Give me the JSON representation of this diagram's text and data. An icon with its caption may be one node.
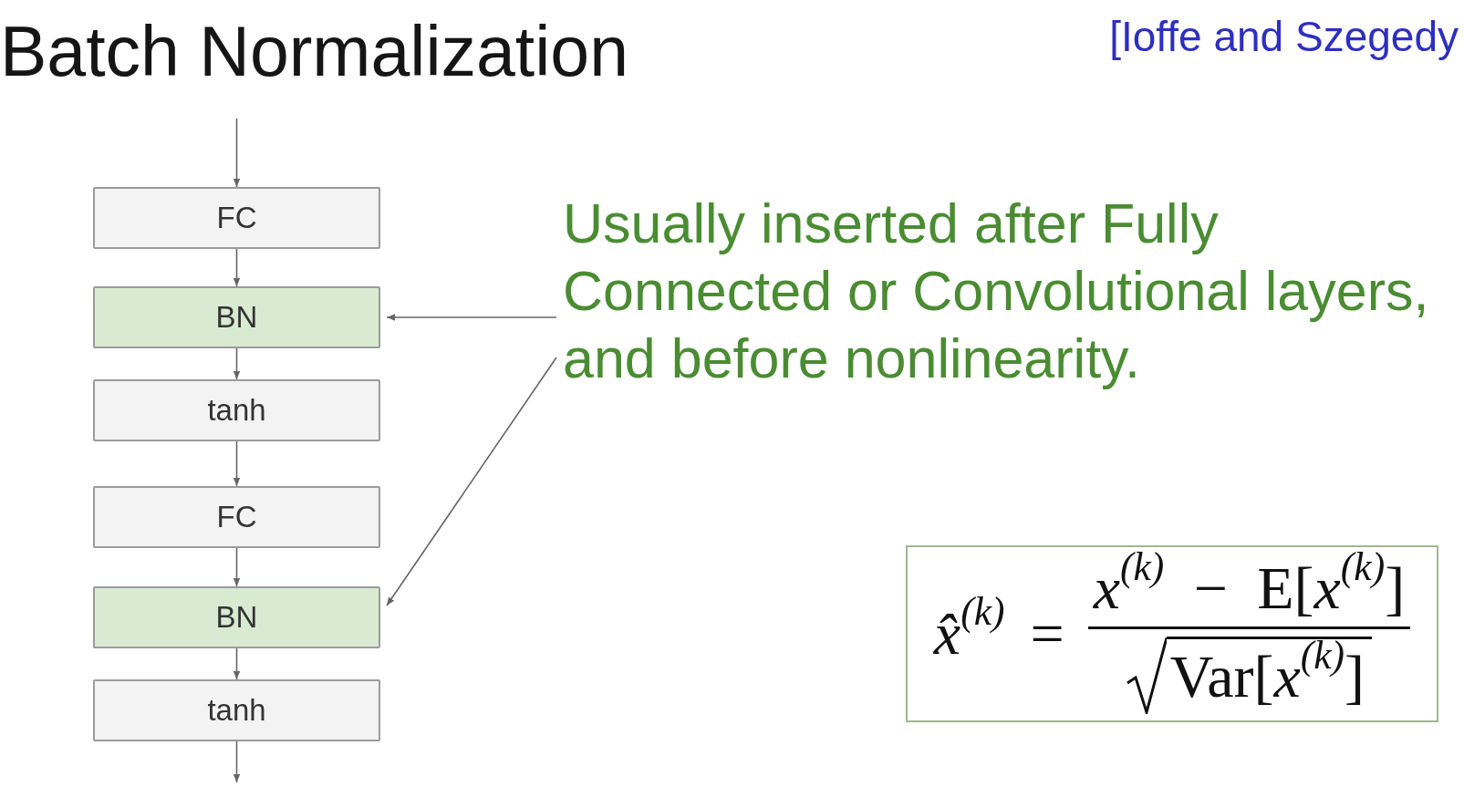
{
  "diagram": {
    "title": "Batch Normalization",
    "nodes": [
      {
        "text": [
          "FC"
        ]
      },
      {
        "text": [
          "BN"
        ]
      },
      {
        "text": [
          "tanh"
        ]
      },
      {
        "text": [
          "FC"
        ]
      },
      {
        "text": [
          "BN"
        ]
      },
      {
        "text": [
          "tanh"
        ]
      },
      {
        "text": [
          "Usually inserted after Fully Connected or Convolutional layers, and before nonlinearity."
        ]
      },
      {
        "text": [
          "*x̂*$^{(k)}$",
          "=",
          "*x*$^{(k)}$ − E[*x*$^{(k)}$]",
          "Var[*x*$^{(k)}$]"
        ]
      }
    ],
    "edges": [
      {
        "from": null,
        "to": 0,
        "arrow": "to"
      },
      {
        "from": 0,
        "to": 1,
        "arrow": "to"
      },
      {
        "from": 1,
        "to": 2,
        "arrow": "to"
      },
      {
        "from": 2,
        "to": 3,
        "arrow": "to"
      },
      {
        "from": 3,
        "to": 4,
        "arrow": "to"
      },
      {
        "from": 4,
        "to": 5,
        "arrow": "to"
      },
      {
        "from": 5,
        "to": null,
        "arrow": "to"
      },
      {
        "from": 6,
        "to": 1,
        "arrow": "to"
      },
      {
        "from": 6,
        "to": 4,
        "arrow": "to"
      }
    ],
    "labels": [
      "[Ioffe and Szegedy"
    ]
  }
}
